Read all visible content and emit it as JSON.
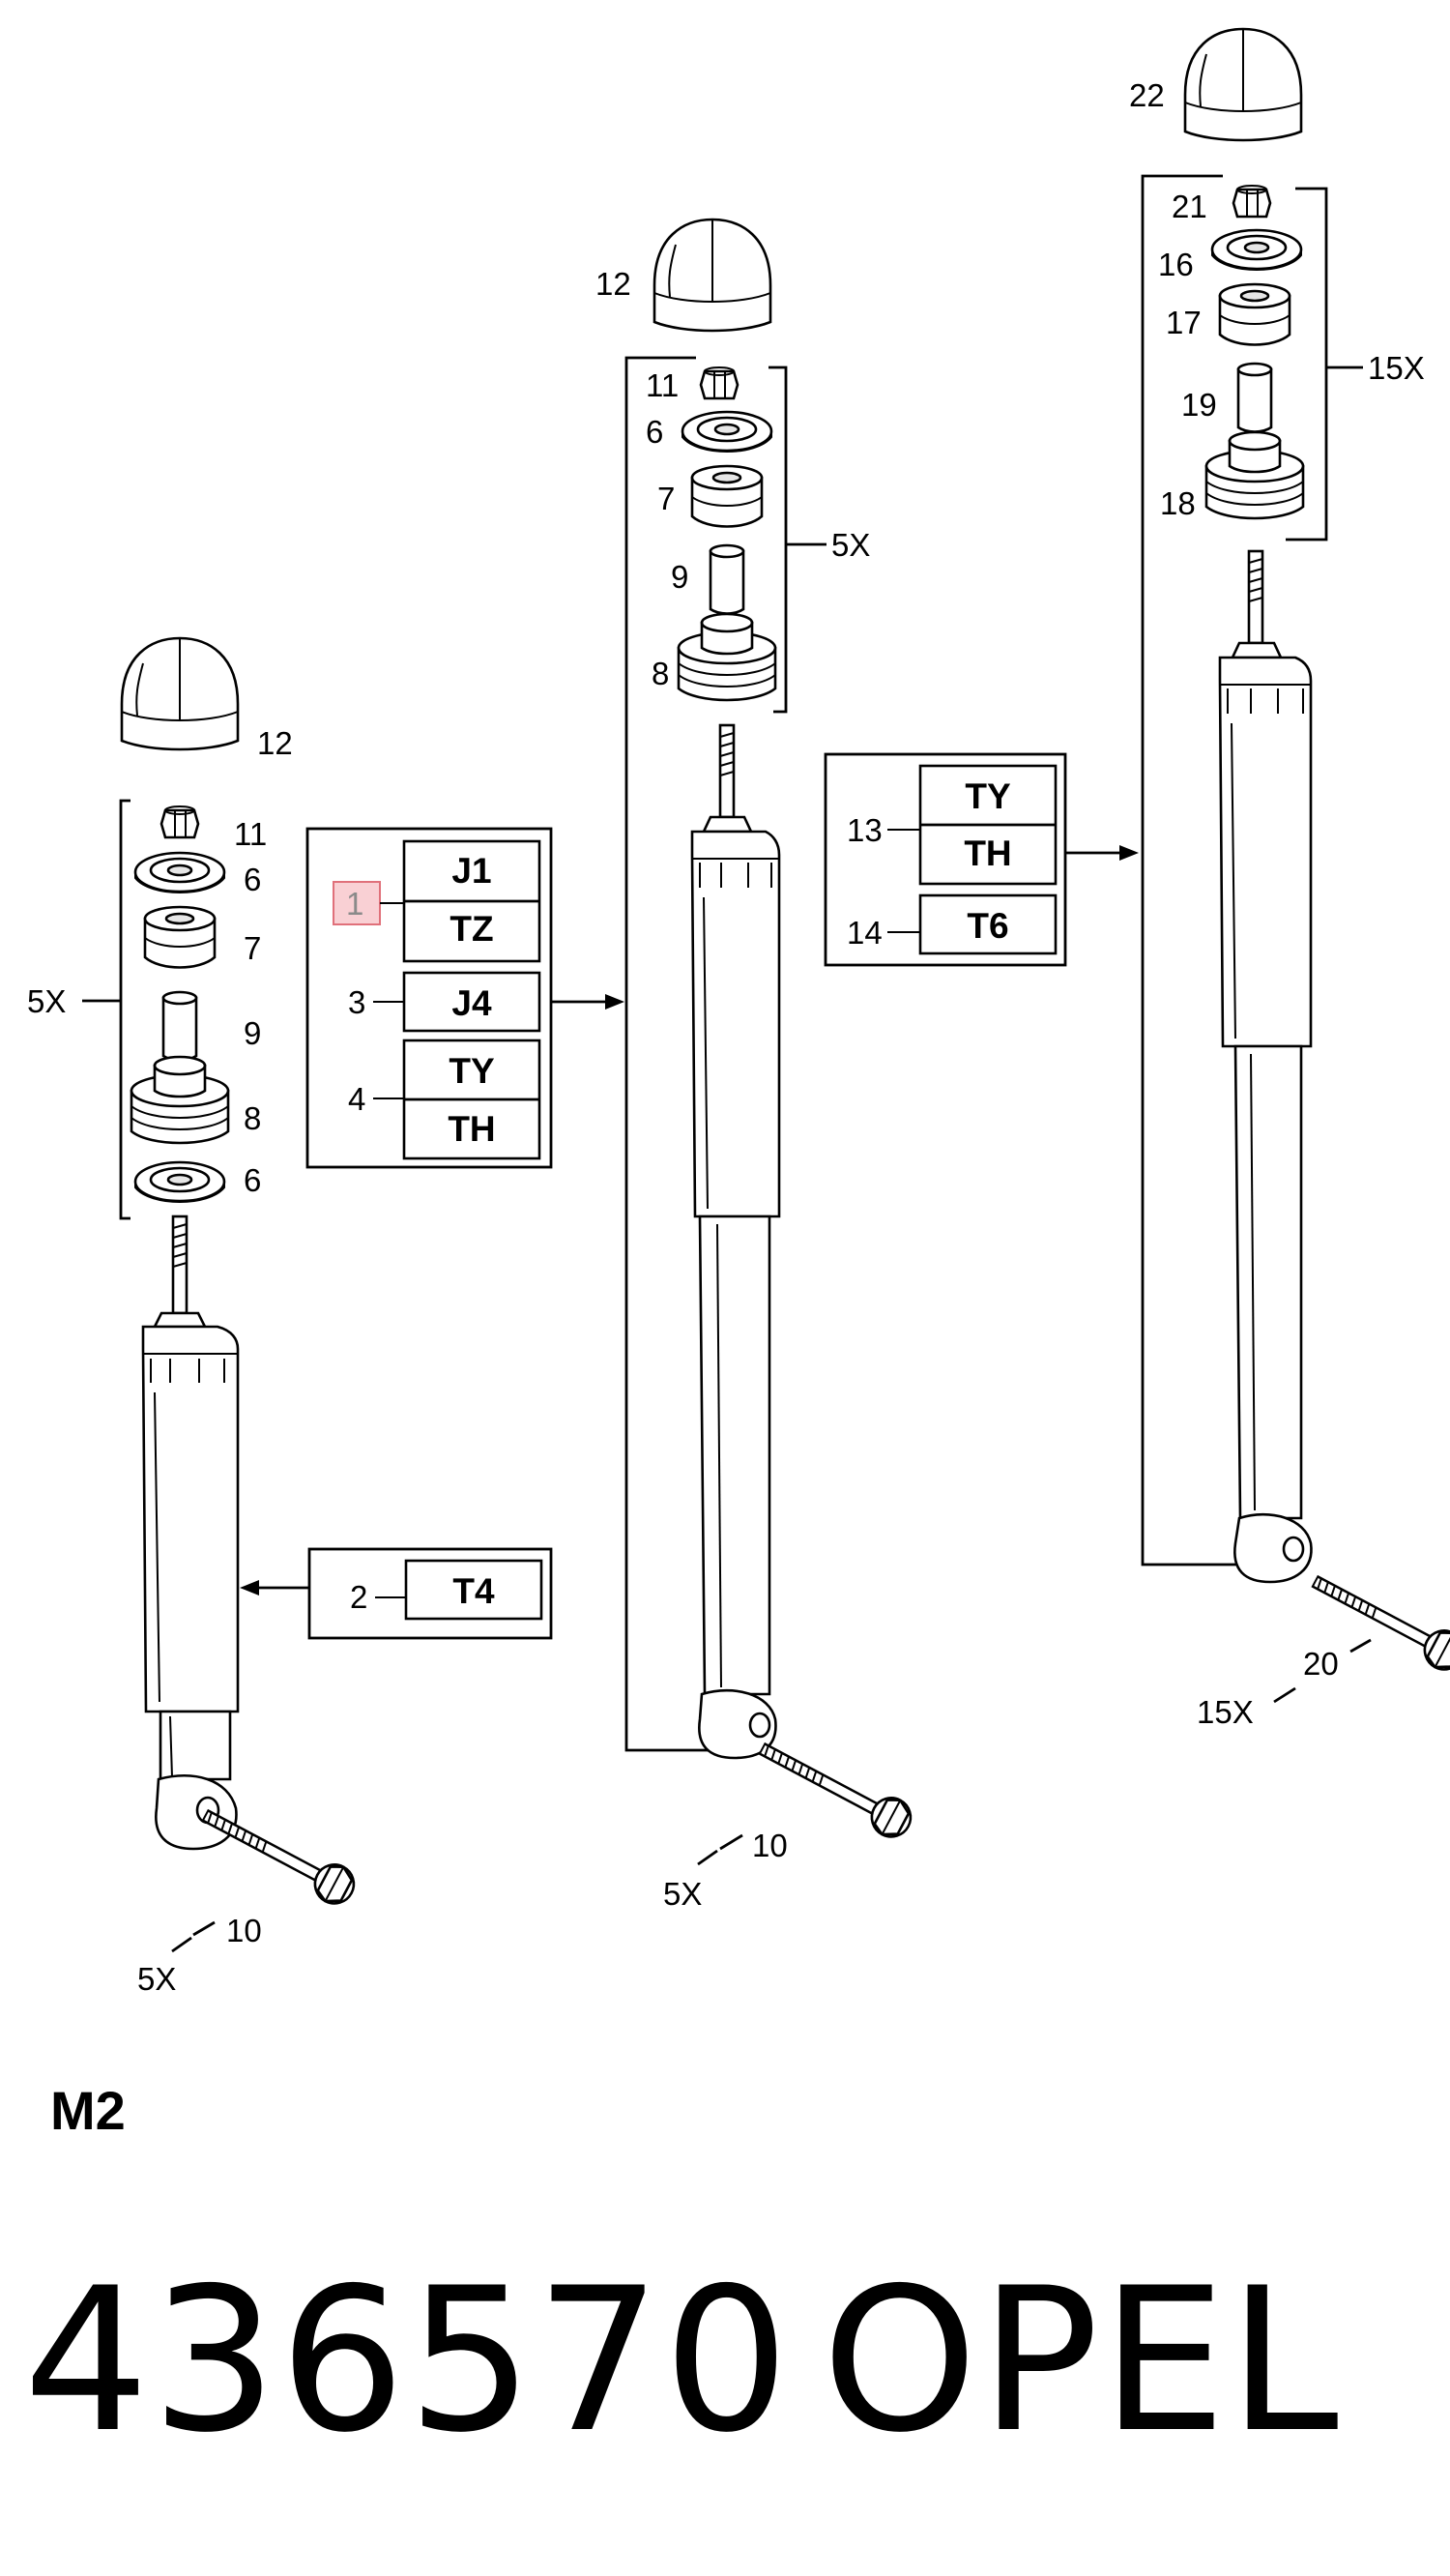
{
  "labels": {
    "left": {
      "cap": "12",
      "nut": "11",
      "washer_top": "6",
      "bush_top": "7",
      "sleeve": "9",
      "bush_bottom": "8",
      "washer_bottom": "6",
      "bracket_qty": "5X",
      "bolt": "10",
      "bolt_qty": "5X"
    },
    "middle": {
      "cap": "12",
      "nut": "11",
      "washer": "6",
      "bush_top": "7",
      "sleeve": "9",
      "bush_bottom": "8",
      "bracket_qty": "5X",
      "bolt": "10",
      "bolt_qty": "5X"
    },
    "right": {
      "cap": "22",
      "nut": "21",
      "washer": "16",
      "bush_top": "17",
      "sleeve": "19",
      "bush_bottom": "18",
      "bracket_qty": "15X",
      "bolt": "20",
      "bolt_qty": "15X"
    }
  },
  "callouts": {
    "box1": {
      "items": [
        {
          "ref": "1",
          "codes": [
            "J1",
            "TZ"
          ],
          "highlighted": true
        },
        {
          "ref": "3",
          "codes": [
            "J4"
          ]
        },
        {
          "ref": "4",
          "codes": [
            "TY",
            "TH"
          ]
        }
      ]
    },
    "box2": {
      "items": [
        {
          "ref": "2",
          "codes": [
            "T4"
          ]
        }
      ]
    },
    "box3": {
      "items": [
        {
          "ref": "13",
          "codes": [
            "TY",
            "TH"
          ]
        },
        {
          "ref": "14",
          "codes": [
            "T6"
          ]
        }
      ]
    }
  },
  "footer": {
    "model": "M2",
    "part_number": "436570",
    "brand": "OPEL"
  },
  "colors": {
    "highlight_fill": "#f9d0d4",
    "highlight_stroke": "#e0707a"
  }
}
